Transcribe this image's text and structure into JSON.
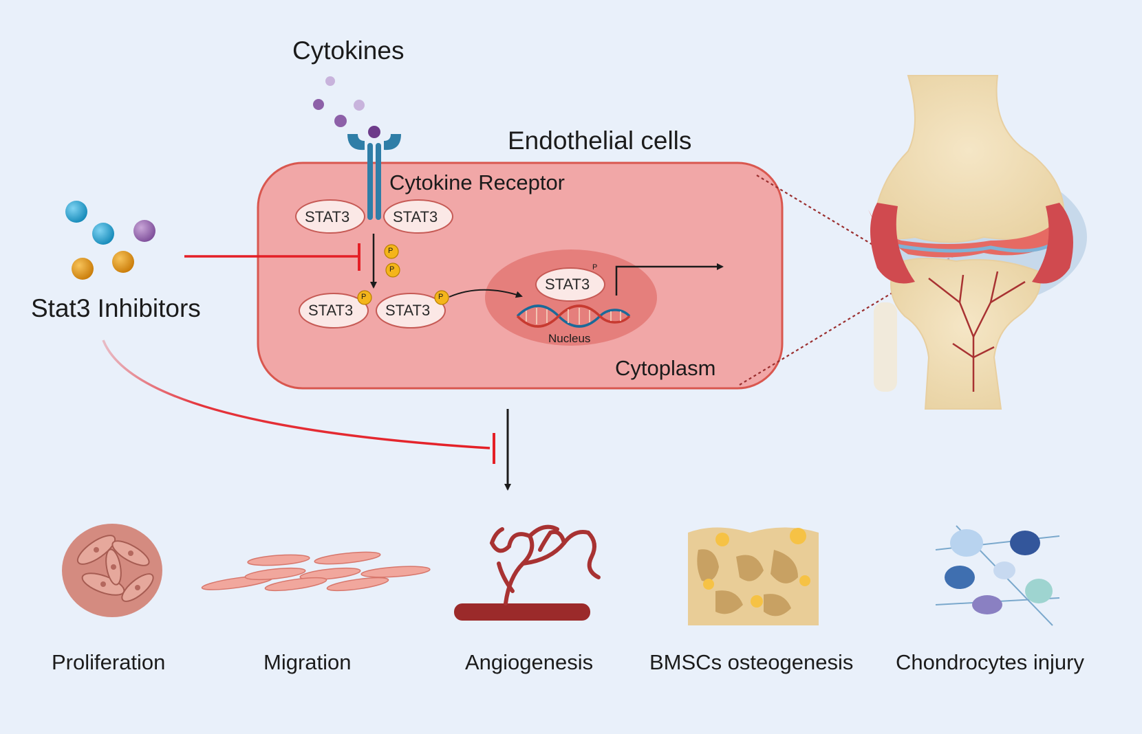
{
  "labels": {
    "cytokines": "Cytokines",
    "endothelial_cells": "Endothelial cells",
    "cytokine_receptor": "Cytokine Receptor",
    "stat3_inhibitors": "Stat3 Inhibitors",
    "nucleus": "Nucleus",
    "cytoplasm": "Cytoplasm",
    "stat3": "STAT3",
    "phospho": "P"
  },
  "outcomes": [
    {
      "label": "Proliferation"
    },
    {
      "label": "Migration"
    },
    {
      "label": "Angiogenesis"
    },
    {
      "label": "BMSCs osteogenesis"
    },
    {
      "label": "Chondrocytes injury"
    }
  ],
  "colors": {
    "background": "#e9f0fa",
    "cell_fill": "#f1a7a7",
    "cell_border": "#d9574f",
    "nucleus_fill": "#e57f7c",
    "receptor": "#2f7ea7",
    "inhibit_line": "#e41f26",
    "phospho": "#f4b51b",
    "bone": "#f1dfb9",
    "vessel": "#a83232"
  }
}
